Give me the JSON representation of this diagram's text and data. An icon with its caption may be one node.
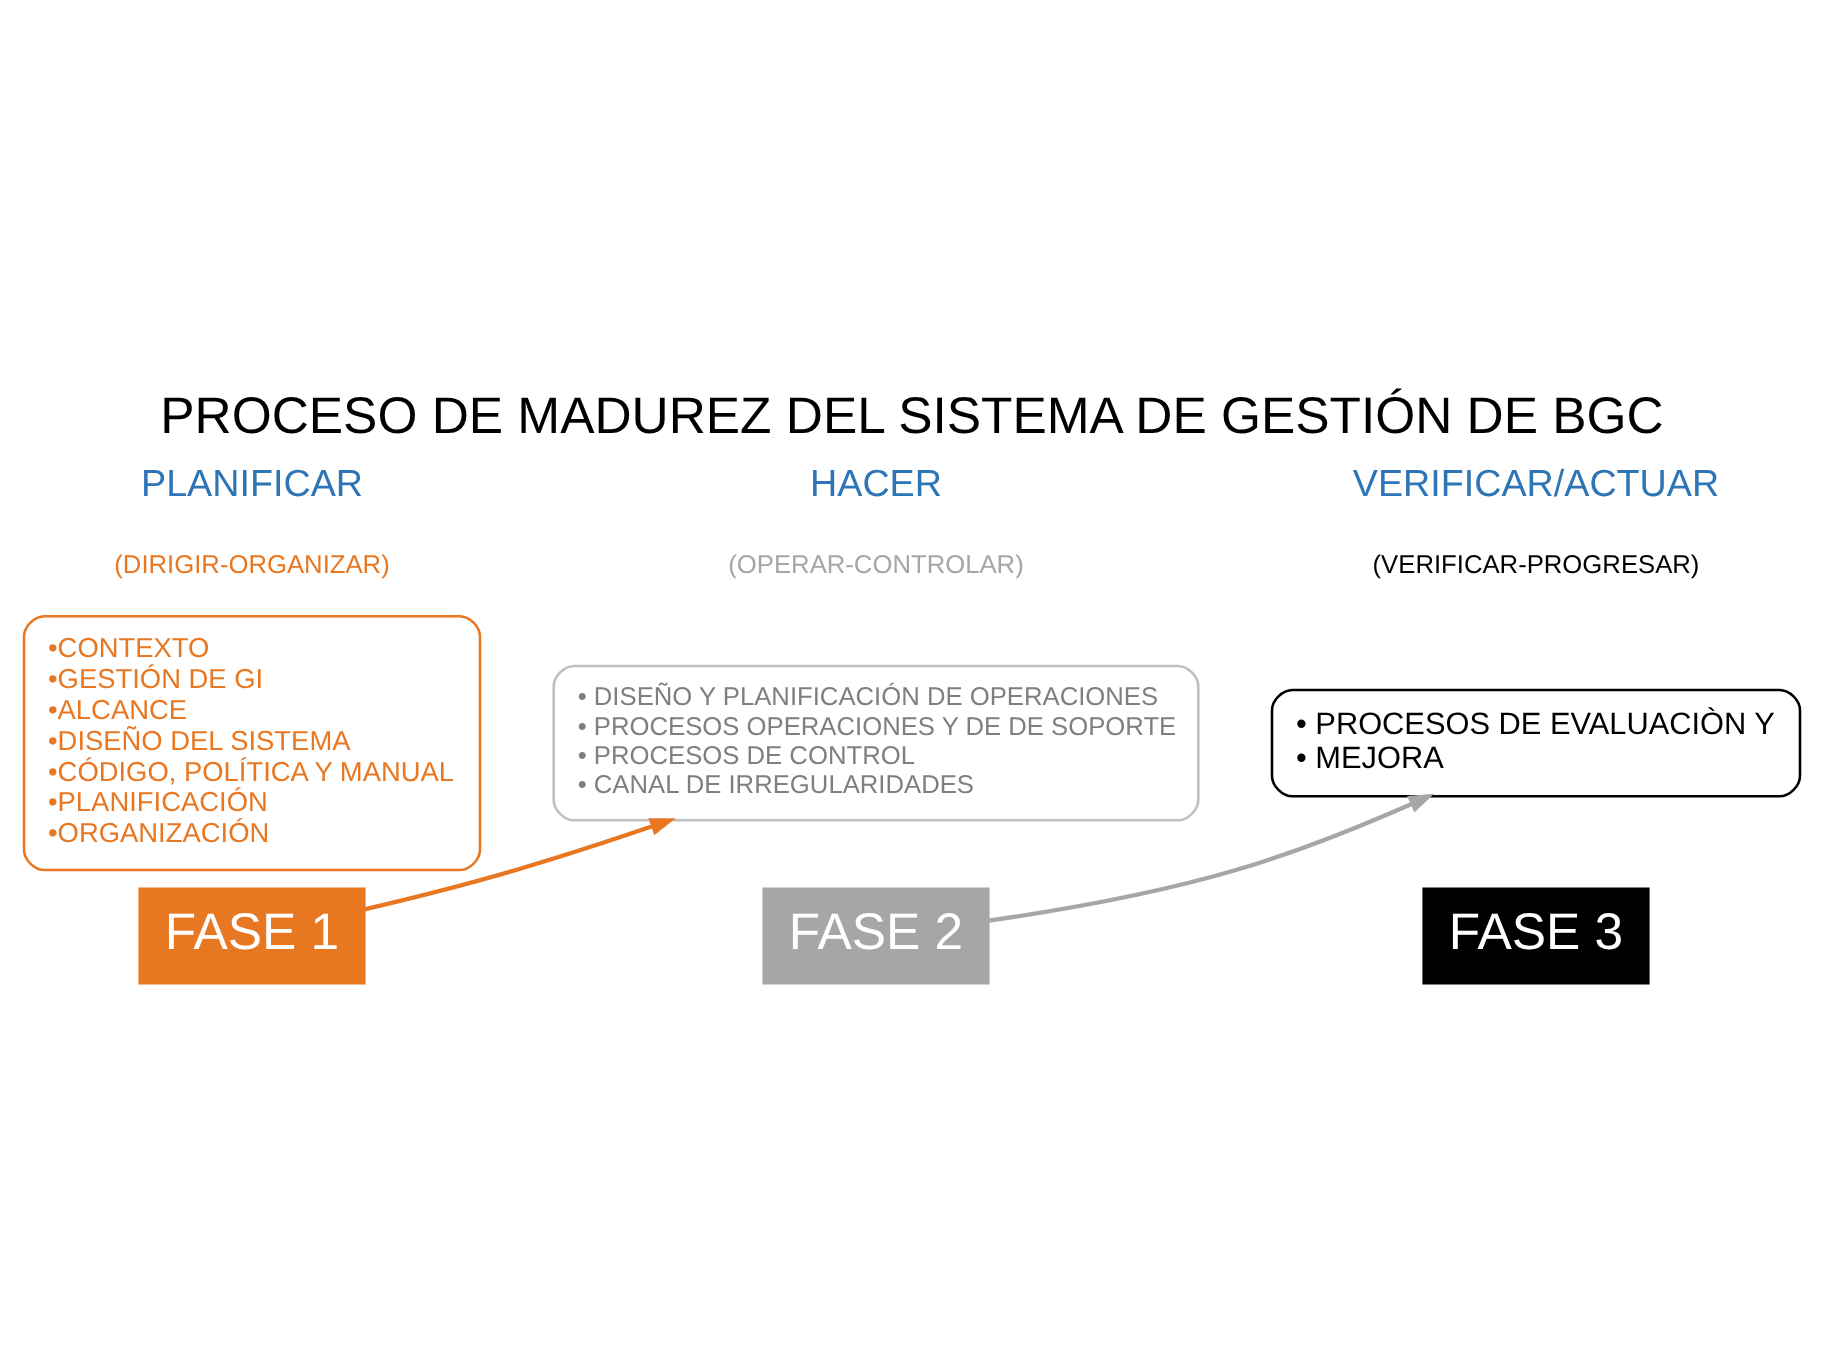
{
  "diagram": {
    "title": "PROCESO DE MADUREZ DEL SISTEMA DE GESTIÓN DE BGC",
    "nodes": [
      {
        "text": [
          "•CONTEXTO",
          "•GESTIÓN DE GI",
          "•ALCANCE",
          "•DISEÑO DEL SISTEMA",
          "•CÓDIGO, POLÍTICA Y MANUAL",
          "•PLANIFICACIÓN",
          "•ORGANIZACIÓN"
        ]
      },
      {
        "text": [
          "FASE 1"
        ]
      },
      {
        "text": [
          "• DISEÑO Y PLANIFICACIÓN DE OPERACIONES",
          "• PROCESOS OPERACIONES Y DE DE SOPORTE",
          "• PROCESOS DE CONTROL",
          "• CANAL DE IRREGULARIDADES"
        ]
      },
      {
        "text": [
          "FASE 2"
        ]
      },
      {
        "text": [
          "• PROCESOS DE EVALUACIÒN Y",
          "• MEJORA"
        ]
      },
      {
        "text": [
          "FASE 3"
        ]
      }
    ],
    "edges": [
      {
        "from": 1,
        "to": 2,
        "arrow": "to",
        "color": "#e87722"
      },
      {
        "from": 3,
        "to": 4,
        "arrow": "to",
        "color": "#a6a6a6"
      }
    ],
    "labels": [
      "PLANIFICAR",
      "(DIRIGIR-ORGANIZAR)",
      "HACER",
      "(OPERAR-CONTROLAR)",
      "VERIFICAR/ACTUAR",
      "(VERIFICAR-PROGRESAR)"
    ]
  }
}
